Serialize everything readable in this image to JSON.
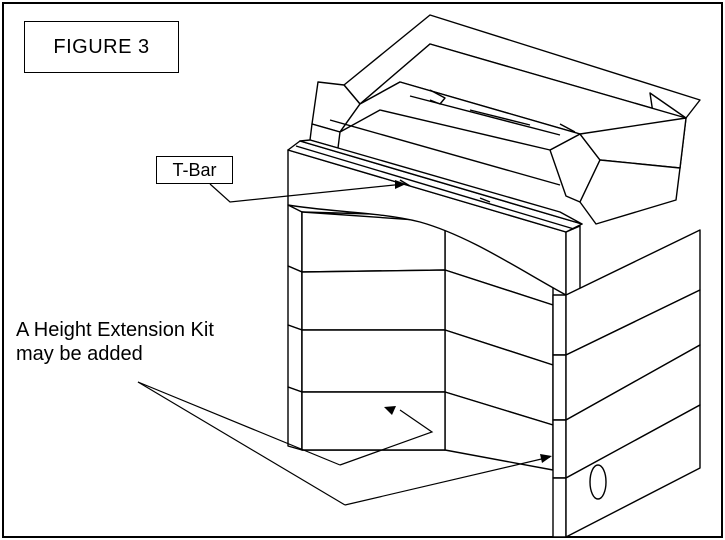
{
  "figure": {
    "title": "FIGURE 3",
    "callouts": {
      "tbar": "T-Bar",
      "extension_kit_line1": "A Height Extension Kit",
      "extension_kit_line2": "may be added"
    },
    "colors": {
      "line": "#000000",
      "fill": "#ffffff",
      "background": "#ffffff"
    }
  }
}
